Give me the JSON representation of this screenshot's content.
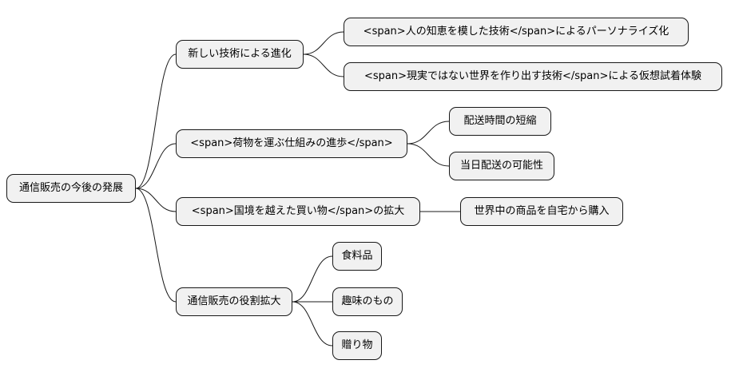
{
  "mindmap": {
    "root": {
      "label": "通信販売の今後の発展"
    },
    "branches": [
      {
        "label": "新しい技術による進化",
        "children": [
          {
            "label": "<span>人の知恵を模した技術</span>によるパーソナライズ化"
          },
          {
            "label": "<span>現実ではない世界を作り出す技術</span>による仮想試着体験"
          }
        ]
      },
      {
        "label": "<span>荷物を運ぶ仕組みの進歩</span>",
        "children": [
          {
            "label": "配送時間の短縮"
          },
          {
            "label": "当日配送の可能性"
          }
        ]
      },
      {
        "label": "<span>国境を越えた買い物</span>の拡大",
        "children": [
          {
            "label": "世界中の商品を自宅から購入"
          }
        ]
      },
      {
        "label": "通信販売の役割拡大",
        "children": [
          {
            "label": "食料品"
          },
          {
            "label": "趣味のもの"
          },
          {
            "label": "贈り物"
          }
        ]
      }
    ]
  }
}
